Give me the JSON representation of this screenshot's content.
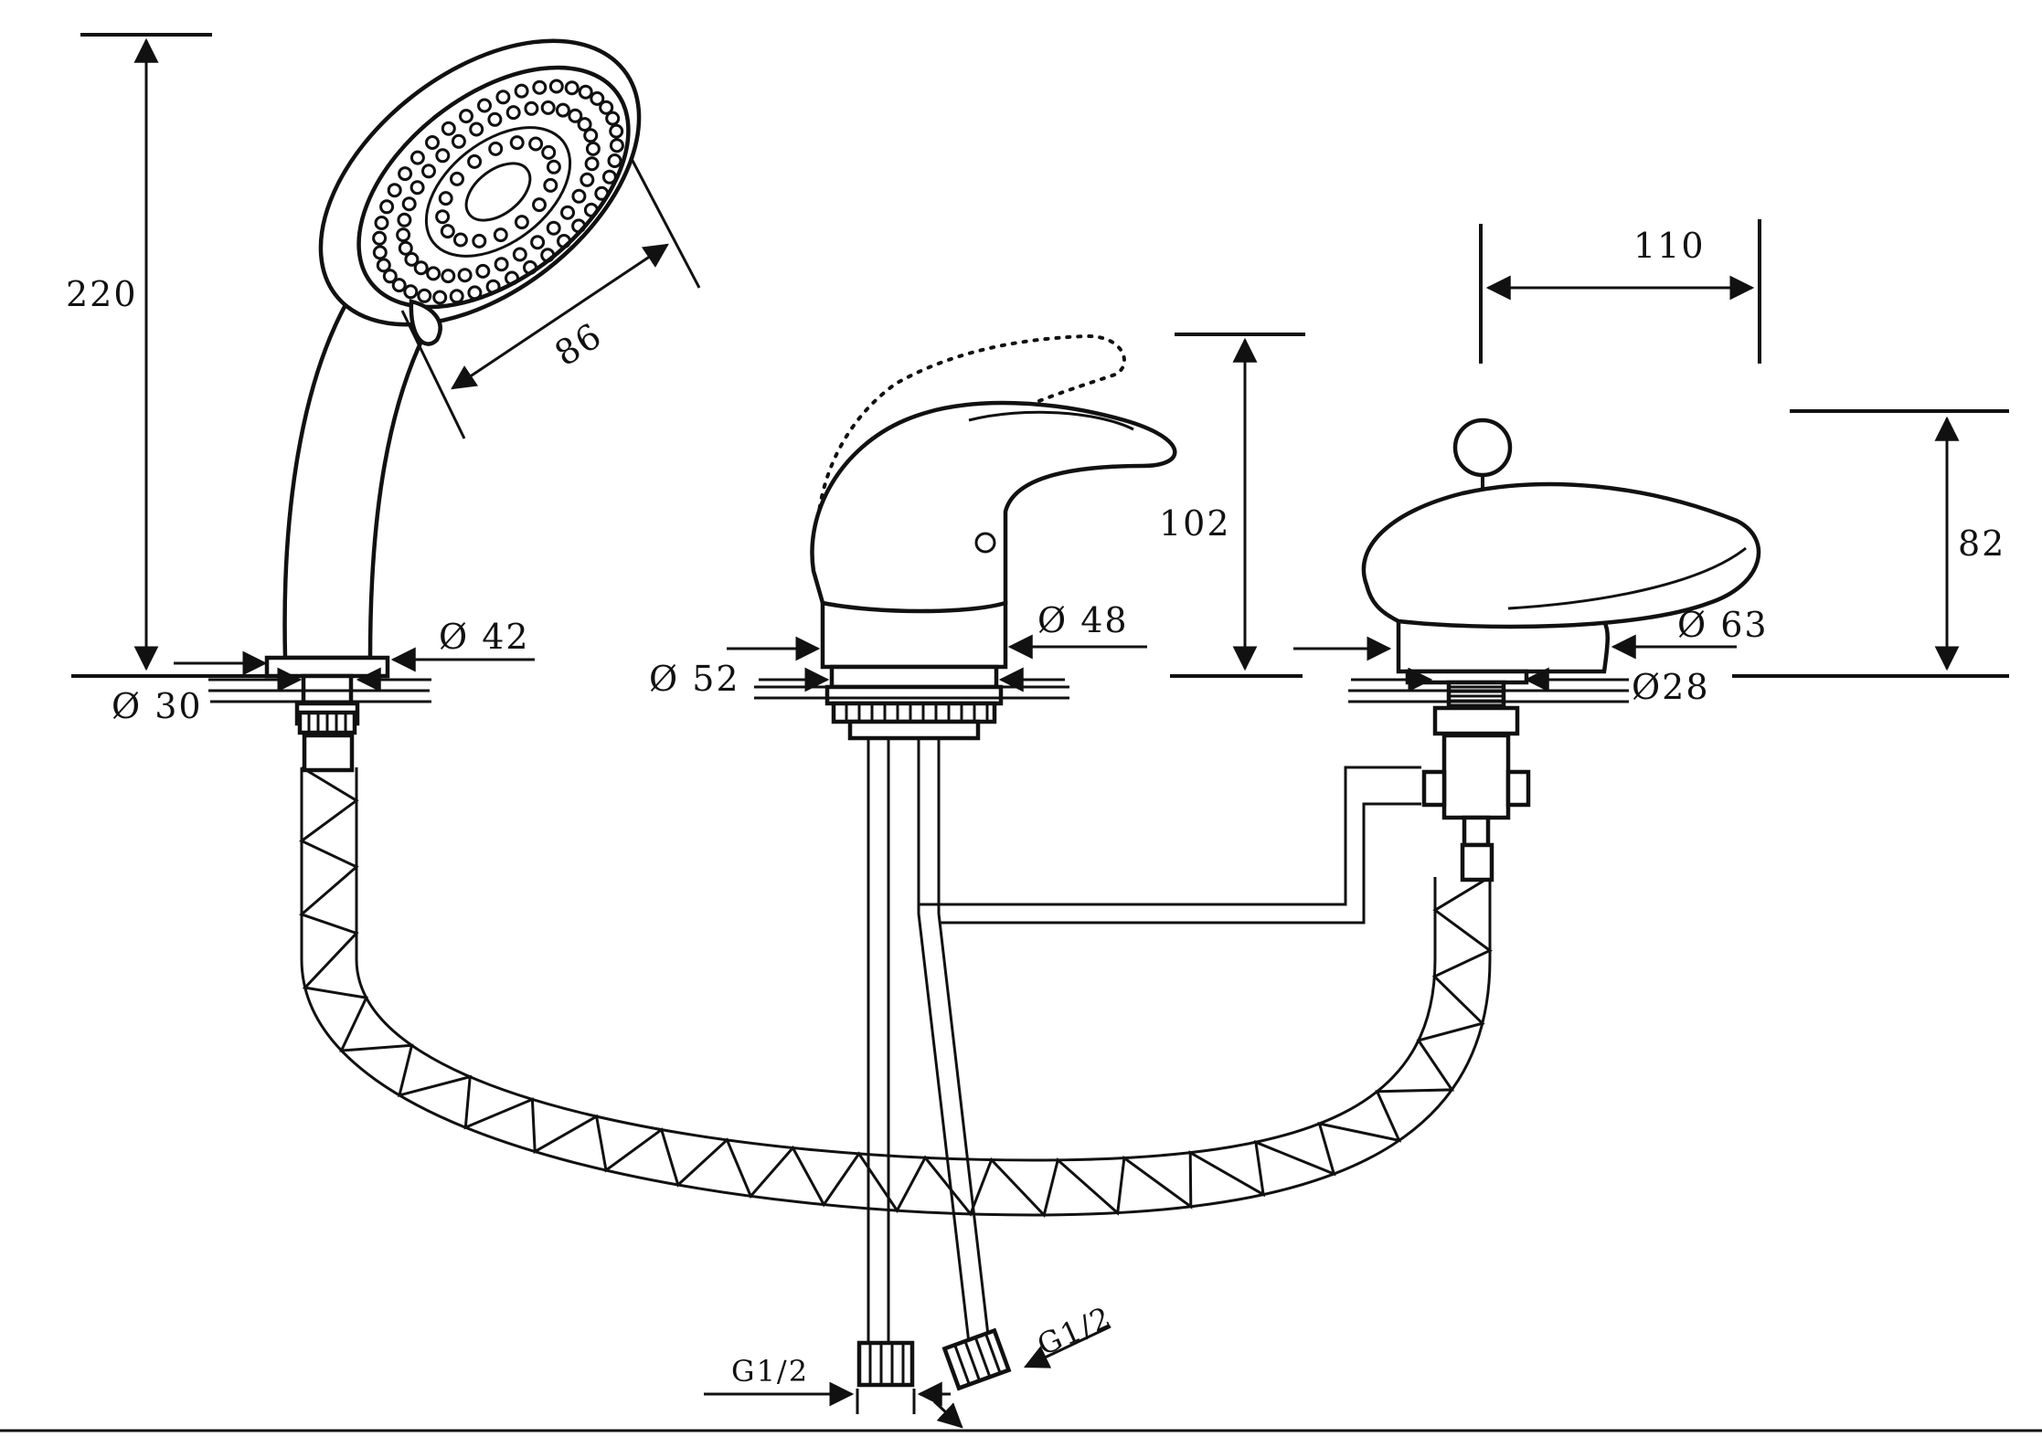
{
  "diagram": {
    "dimensions": {
      "shower_height": "220",
      "head_diameter": "86",
      "shower_base_outer": "Ø 42",
      "shower_base_inner": "Ø 30",
      "mixer_height": "102",
      "mixer_base": "Ø 52",
      "mixer_body": "Ø 48",
      "diverter_width": "110",
      "diverter_height": "82",
      "diverter_body": "Ø 63",
      "diverter_stem": "Ø28",
      "inlet_left": "G1/2",
      "inlet_right": "G1/2"
    },
    "colors": {
      "ink": "#111111",
      "paper": "#ffffff"
    }
  }
}
